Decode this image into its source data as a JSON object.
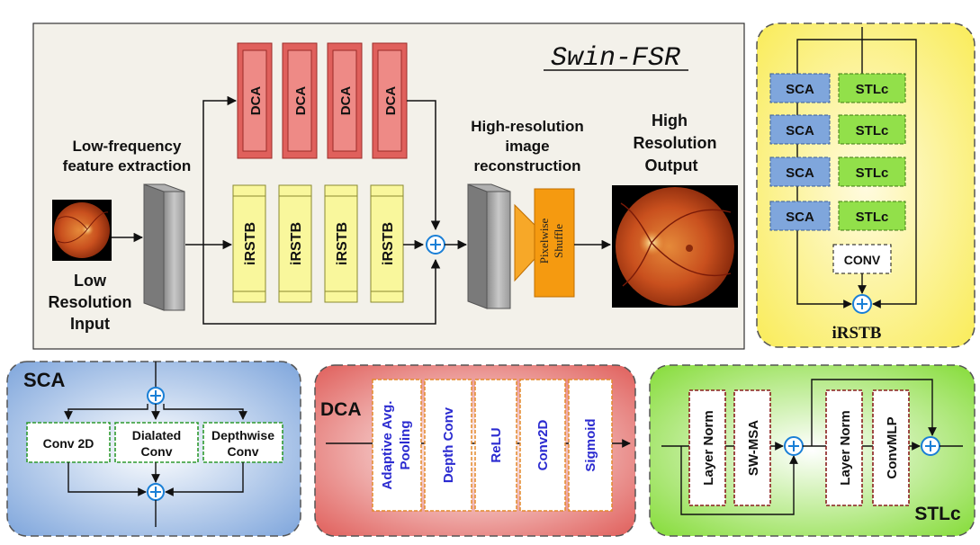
{
  "main": {
    "title": "Swin-FSR",
    "low_freq_label_1": "Low-frequency",
    "low_freq_label_2": "feature extraction",
    "input_label_1": "Low",
    "input_label_2": "Resolution",
    "input_label_3": "Input",
    "dca_blocks": [
      "DCA",
      "DCA",
      "DCA",
      "DCA"
    ],
    "irstb_blocks": [
      "iRSTB",
      "iRSTB",
      "iRSTB",
      "iRSTB"
    ],
    "recon_label_1": "High-resolution",
    "recon_label_2": "image",
    "recon_label_3": "reconstruction",
    "pixel_shuffle_1": "Pixelwise",
    "pixel_shuffle_2": "Shuffle",
    "output_label_1": "High",
    "output_label_2": "Resolution",
    "output_label_3": "Output"
  },
  "irstb_panel": {
    "title": "iRSTB",
    "sca_blocks": [
      "SCA",
      "SCA",
      "SCA",
      "SCA"
    ],
    "stlc_blocks": [
      "STLc",
      "STLc",
      "STLc",
      "STLc"
    ],
    "conv": "CONV"
  },
  "sca_panel": {
    "title": "SCA",
    "conv2d": "Conv 2D",
    "dilated_1": "Dialated",
    "dilated_2": "Conv",
    "depthwise_1": "Depthwise",
    "depthwise_2": "Conv"
  },
  "dca_panel": {
    "title": "DCA",
    "blocks": [
      {
        "line1": "Adaptive Avg.",
        "line2": "Pooling"
      },
      {
        "line1": "Depth Conv",
        "line2": ""
      },
      {
        "line1": "ReLU",
        "line2": ""
      },
      {
        "line1": "Conv2D",
        "line2": ""
      },
      {
        "line1": "Sigmoid",
        "line2": ""
      }
    ]
  },
  "stlc_panel": {
    "title": "STLc",
    "blocks": [
      "Layer Norm",
      "SW-MSA",
      "Layer Norm",
      "ConvMLP"
    ]
  },
  "colors": {
    "main_bg": "#f3f1ea",
    "dca_red": "#e0605c",
    "irstb_yellow": "#f9f79c",
    "panel_yellow": "#fbf170",
    "sca_blue": "#7fa6dc",
    "stlc_green": "#92e04a",
    "pixel_shuffle": "#f59a10",
    "plus_blue": "#1a7fd6"
  }
}
